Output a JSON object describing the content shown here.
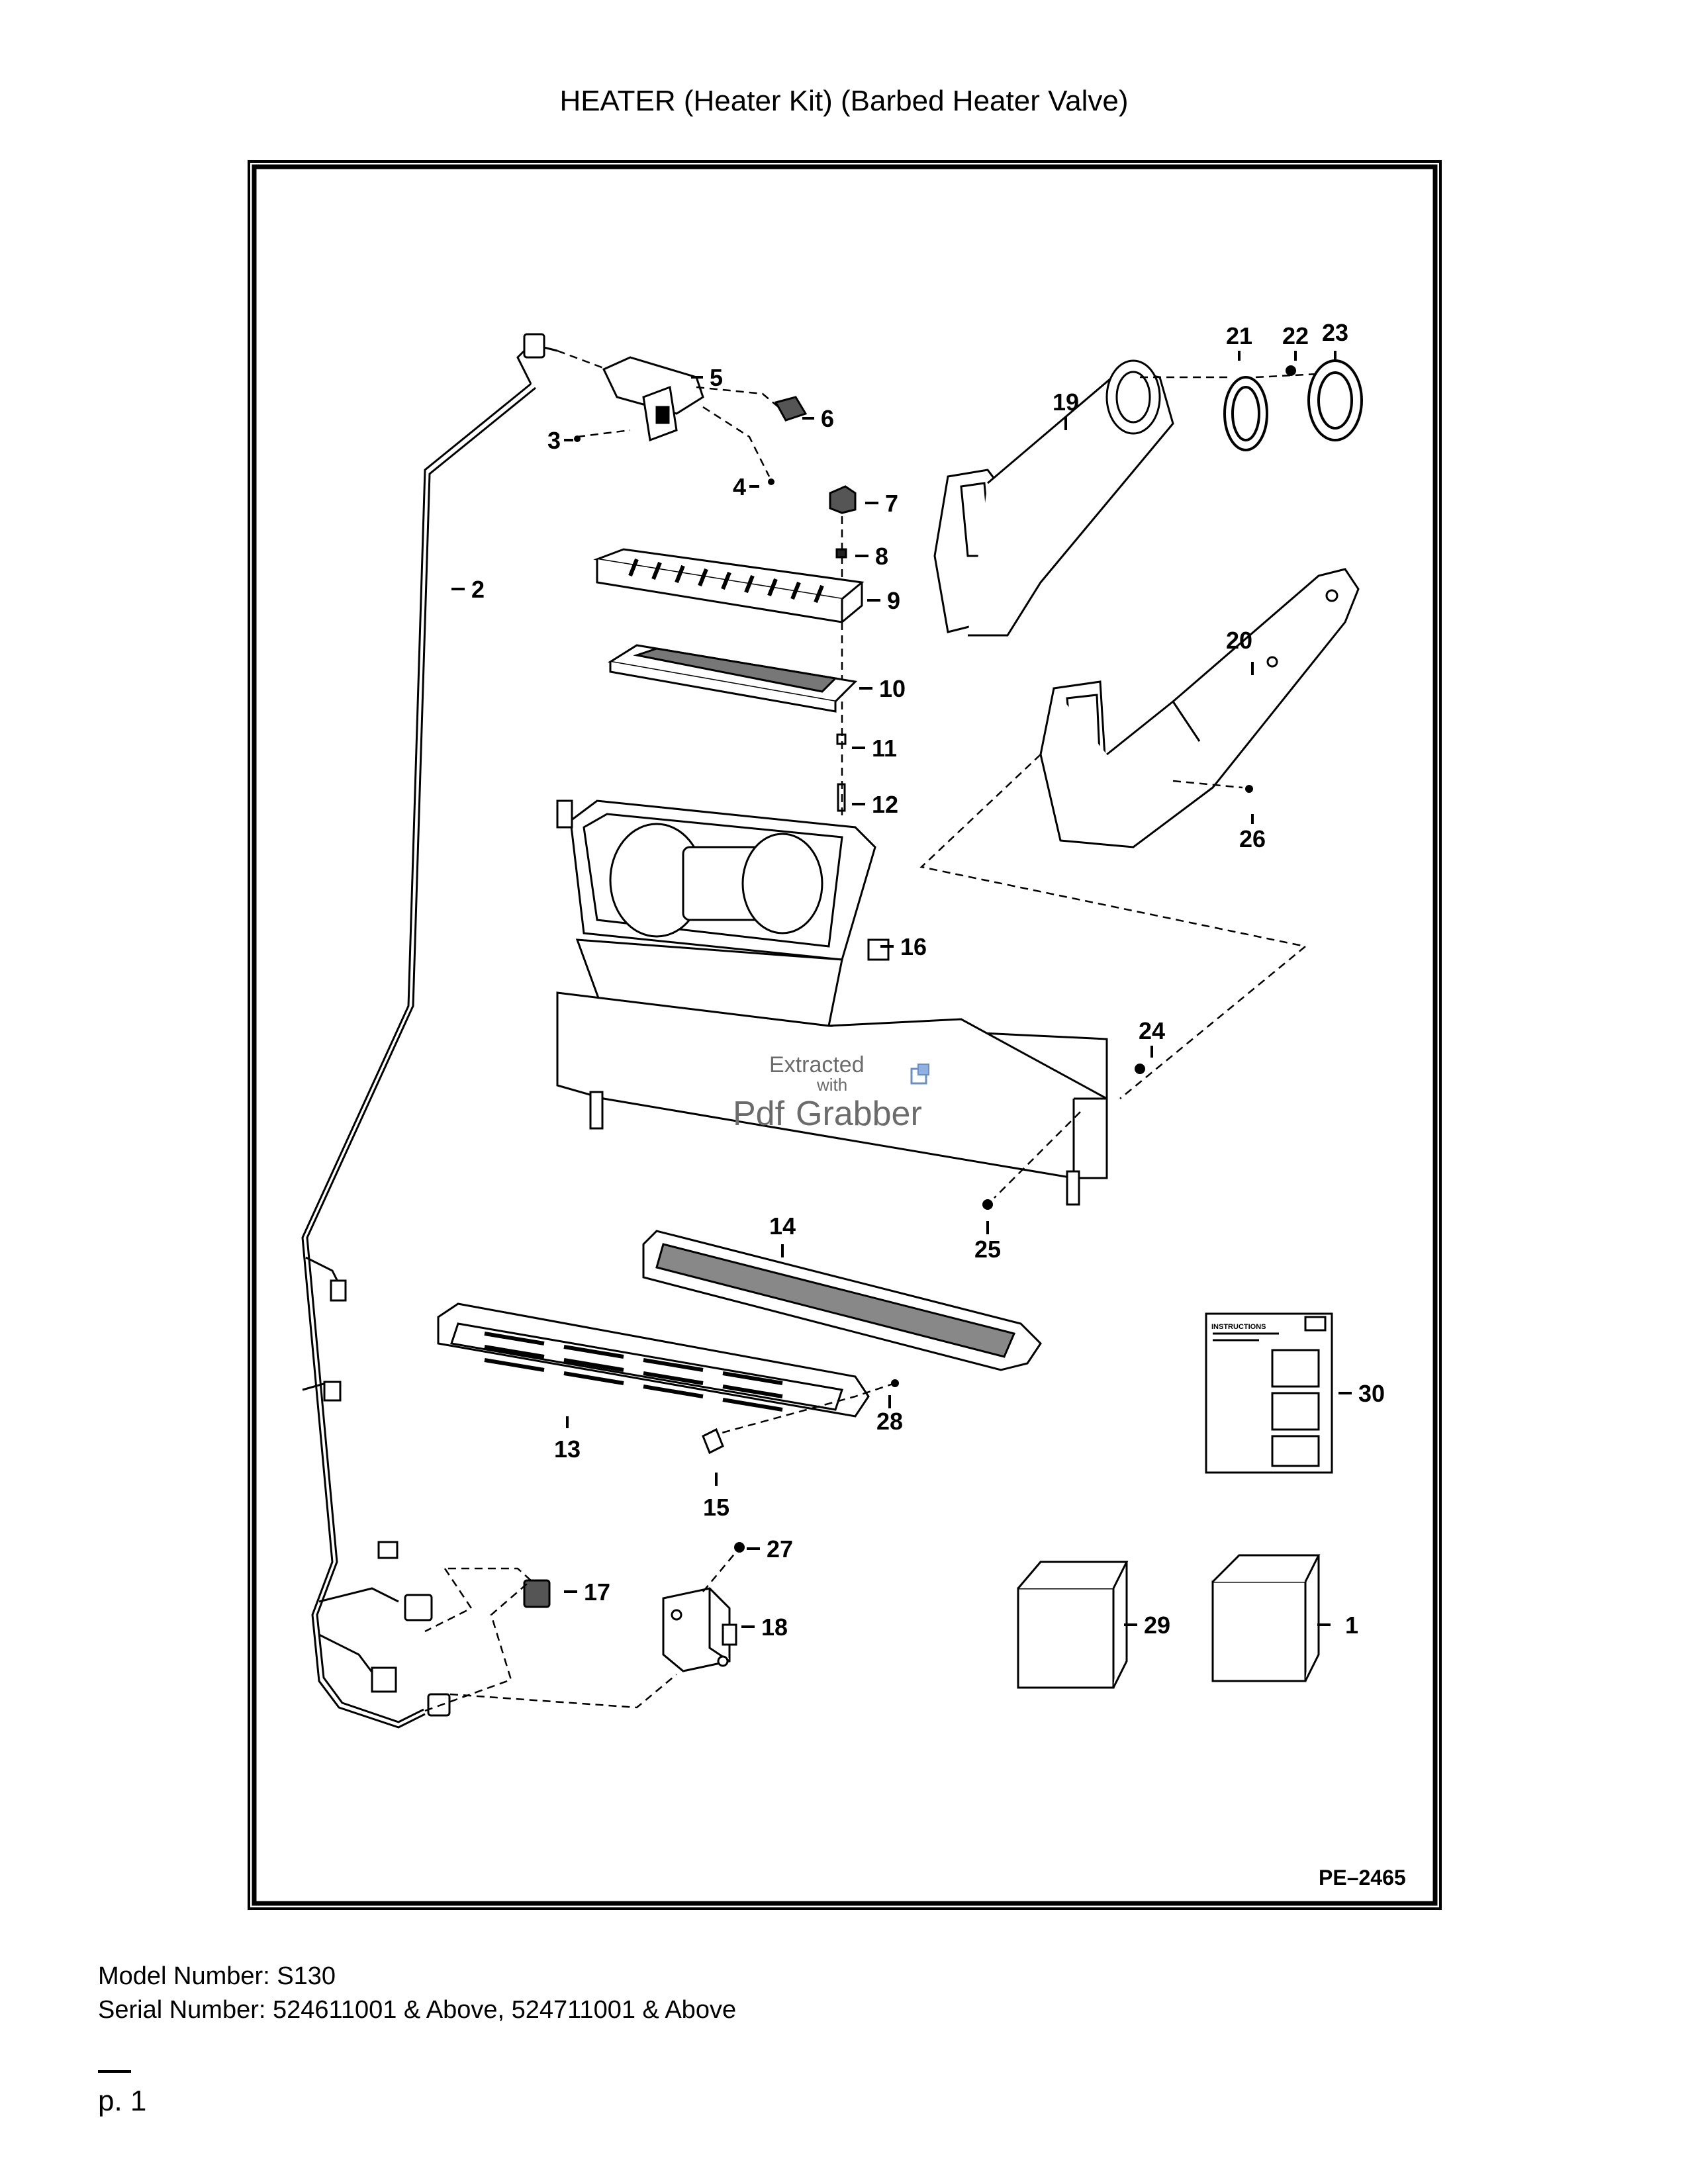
{
  "title": "HEATER (Heater Kit) (Barbed Heater Valve)",
  "diagram": {
    "id_label": "PE–2465",
    "instructions_label": "INSTRUCTIONS",
    "watermark_line1": "Extracted",
    "watermark_line2": "with",
    "watermark_brand_a": "Pdf",
    "watermark_brand_b": "Grabber",
    "callouts": [
      "1",
      "2",
      "3",
      "4",
      "5",
      "6",
      "7",
      "8",
      "9",
      "10",
      "11",
      "12",
      "13",
      "14",
      "15",
      "16",
      "17",
      "18",
      "19",
      "20",
      "21",
      "22",
      "23",
      "24",
      "25",
      "26",
      "27",
      "28",
      "29",
      "30"
    ]
  },
  "footer": {
    "model": "Model Number: S130",
    "serial": "Serial Number: 524611001 & Above, 524711001 & Above",
    "page": "p. 1"
  }
}
